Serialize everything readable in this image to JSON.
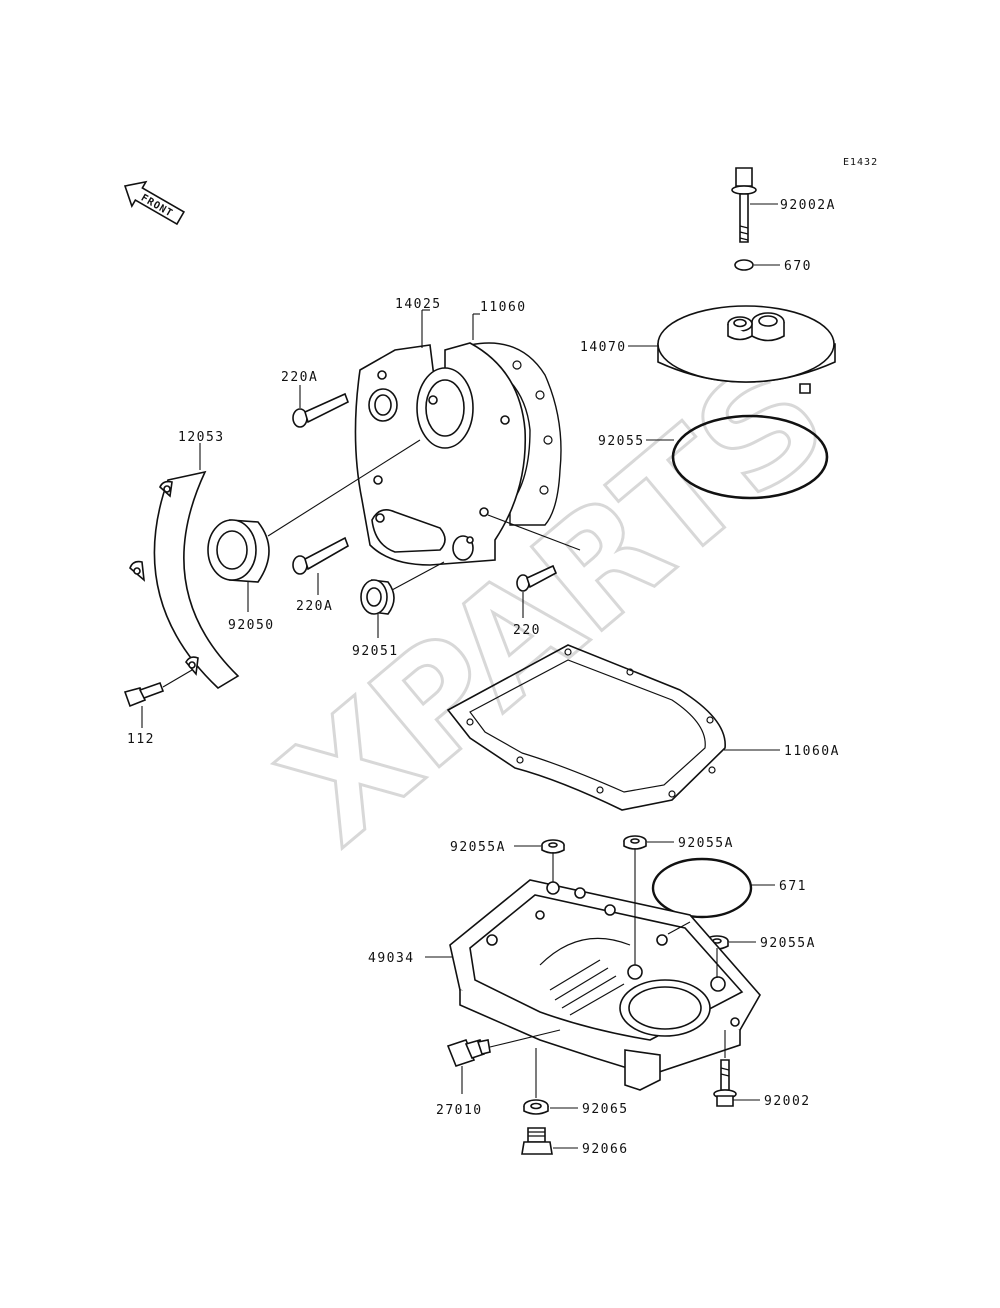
{
  "diagram": {
    "code": "E1432",
    "front_label": "FRONT",
    "watermark": "XPARTS",
    "part_labels": {
      "p92002A": "92002A",
      "p670": "670",
      "p14025": "14025",
      "p11060": "11060",
      "p14070": "14070",
      "p220A_top": "220A",
      "p12053": "12053",
      "p92055": "92055",
      "p220A_mid": "220A",
      "p92050": "92050",
      "p92051": "92051",
      "p220": "220",
      "p112": "112",
      "p11060A": "11060A",
      "p92055A_left": "92055A",
      "p92055A_top": "92055A",
      "p671": "671",
      "p92055A_right": "92055A",
      "p49034": "49034",
      "p27010": "27010",
      "p92065": "92065",
      "p92002": "92002",
      "p92066": "92066"
    }
  }
}
